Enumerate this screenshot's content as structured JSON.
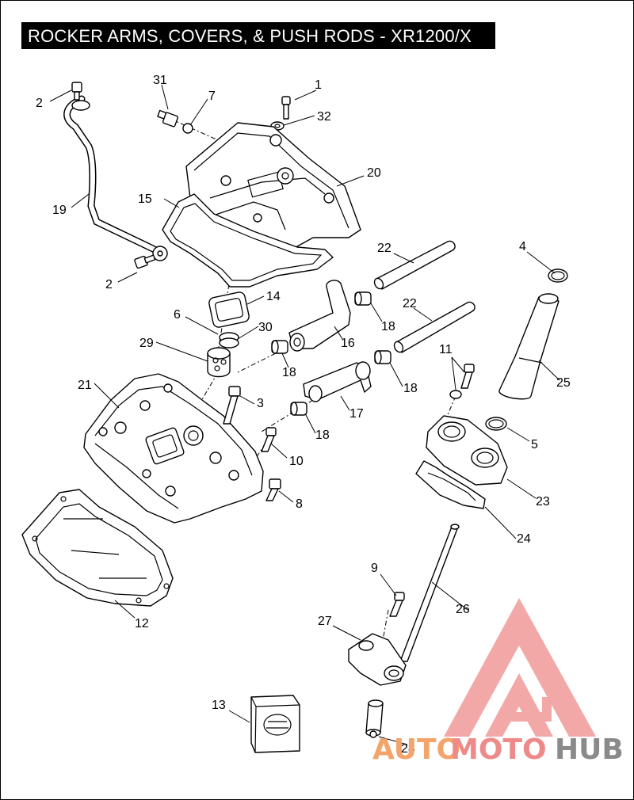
{
  "title": "ROCKER ARMS, COVERS, & PUSH RODS - XR1200/X",
  "callouts": [
    "1",
    "2",
    "2",
    "3",
    "4",
    "5",
    "6",
    "7",
    "8",
    "9",
    "10",
    "11",
    "12",
    "13",
    "14",
    "15",
    "16",
    "17",
    "18",
    "18",
    "18",
    "18",
    "19",
    "20",
    "21",
    "22",
    "22",
    "23",
    "24",
    "25",
    "26",
    "27",
    "28",
    "29",
    "30",
    "31",
    "32"
  ],
  "watermark": {
    "part1": "AUTO",
    "part2": "MOTO",
    "part3": "HUB",
    "color_primary": "#f2a46b",
    "color_secondary": "#ee8a8a",
    "color_tertiary": "#8a8a8a",
    "logo_color": "#f08c8c"
  },
  "colors": {
    "line": "#000000",
    "background": "#ffffff",
    "title_bg": "#000000",
    "title_fg": "#ffffff"
  },
  "icons": [
    "motorcycle-part-drawing",
    "genuine-parts-box-icon",
    "automotohub-logo-icon"
  ]
}
